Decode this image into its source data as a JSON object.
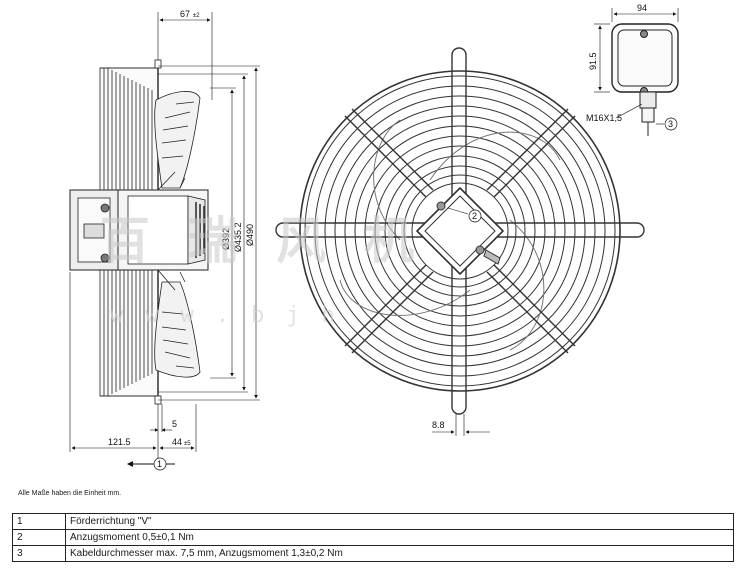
{
  "dimensions": {
    "d67": "67",
    "d67_tol": "±2",
    "d392": "Ø392",
    "d392_tol": "±2",
    "d435": "Ø435.2",
    "d490": "Ø490",
    "d121": "121.5",
    "d5": "5",
    "d44": "44",
    "d44_tol": "±5",
    "d88": "8.8",
    "d94": "94",
    "d915": "91.5",
    "thread": "M16X1,5"
  },
  "callouts": {
    "c1": "1",
    "c2": "2",
    "c3": "3"
  },
  "watermark": {
    "text": "百瑞风机",
    "url": "www.bjh"
  },
  "note": "Alle Maße haben die Einheit mm.",
  "legend": [
    {
      "num": "1",
      "text": "Förderrichtung \"V\""
    },
    {
      "num": "2",
      "text": "Anzugsmoment 0,5±0,1 Nm"
    },
    {
      "num": "3",
      "text": "Kabeldurchmesser max. 7,5 mm, Anzugsmoment 1,3±0,2 Nm"
    }
  ]
}
